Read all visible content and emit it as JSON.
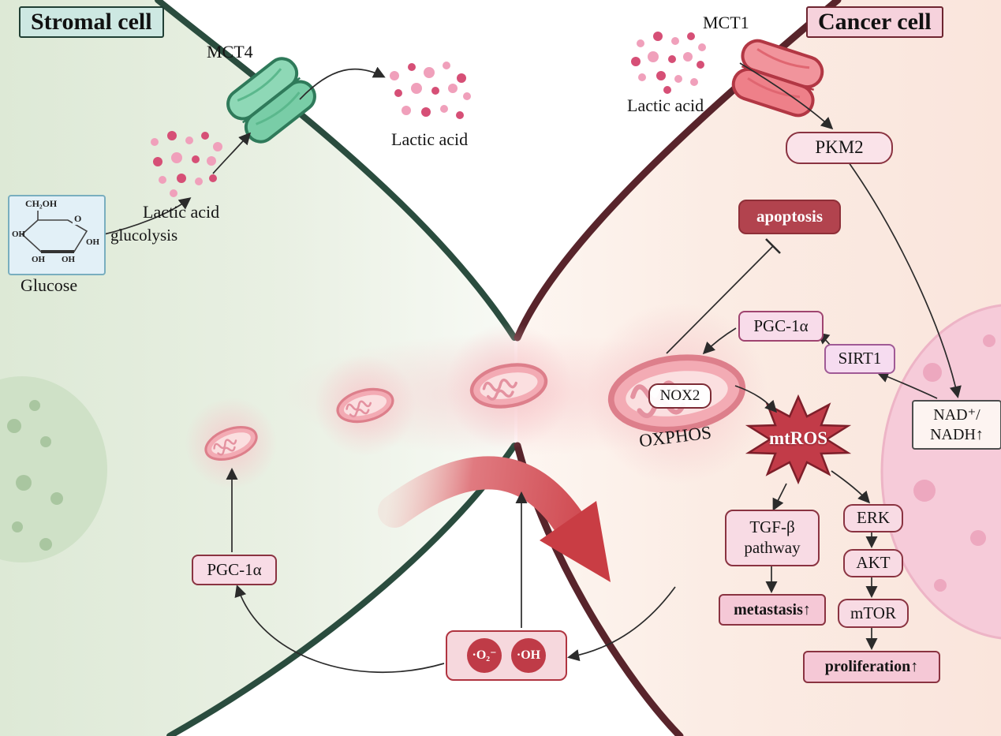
{
  "stromal": {
    "title": "Stromal cell",
    "mct4": "MCT4",
    "lactic_extracellular": "Lactic acid",
    "lactic_intracellular": "Lactic acid",
    "glucolysis": "glucolysis",
    "glucose_caption": "Glucose",
    "glucose_structure": {
      "ch2oh": "CH₂OH",
      "ring_o": "O",
      "oh1": "OH",
      "oh2": "OH",
      "oh3": "OH",
      "oh4": "OH"
    },
    "pgc1a": "PGC-1α"
  },
  "cancer": {
    "title": "Cancer cell",
    "mct1": "MCT1",
    "lactic_extracellular": "Lactic acid",
    "pkm2": "PKM2",
    "apoptosis": "apoptosis",
    "pgc1a": "PGC-1α",
    "sirt1": "SIRT1",
    "nad_line1": "NAD⁺/",
    "nad_line2": "NADH↑",
    "nox2": "NOX2",
    "oxphos": "OXPHOS",
    "mtros": "mtROS",
    "tgfb_line1": "TGF-β",
    "tgfb_line2": "pathway",
    "erk": "ERK",
    "akt": "AKT",
    "mtor": "mTOR",
    "metastasis": "metastasis↑",
    "proliferation": "proliferation↑"
  },
  "ros": {
    "superoxide": "·O₂⁻",
    "hydroxyl": "·OH"
  },
  "colors": {
    "stromal_membrane": "#2a4c3e",
    "cancer_membrane": "#58242b",
    "accent_red": "#c23b48",
    "box_pink": "#f8dbe4",
    "apoptosis_red": "#b2434e",
    "mct4_green": "#8ed8b6",
    "mct1_red": "#f1949c"
  }
}
